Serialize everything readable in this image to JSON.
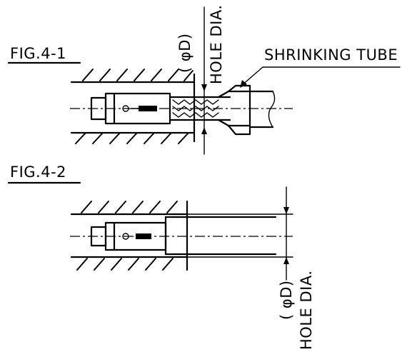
{
  "figures": [
    {
      "label": "FIG.4-1",
      "callout": "SHRINKING TUBE",
      "dim_symbol": "( φD)",
      "dim_text": "HOLE DIA."
    },
    {
      "label": "FIG.4-2",
      "dim_symbol": "( φD)",
      "dim_text": "HOLE DIA."
    }
  ]
}
